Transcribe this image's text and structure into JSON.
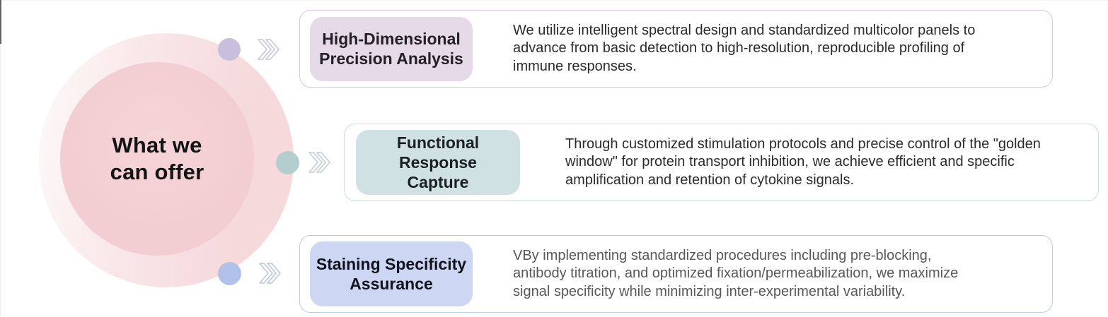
{
  "page": {
    "background": "#ffffff"
  },
  "hub": {
    "title_line1": "What we",
    "title_line2": "can offer",
    "inner_circle_color": "#f2cdd1",
    "outer_circle_color": "#f6dbdc",
    "title_color": "#141414"
  },
  "items": [
    {
      "id": "high-dimensional-precision-analysis",
      "label_lines": [
        "High-Dimensional",
        "Precision Analysis"
      ],
      "description_lines": [
        "We utilize intelligent spectral design and standardized multicolor panels to",
        "advance from basic detection to high-resolution, reproducible profiling of",
        "immune responses."
      ],
      "accent": {
        "dot": "#c7bfdc",
        "chevron": "#c9c4d8",
        "card_border": "#d8c6dc",
        "label_bg": "#e6d9e8",
        "label_text": "#232028",
        "desc_text": "#2b2b2b"
      }
    },
    {
      "id": "functional-response-capture",
      "label_lines": [
        "Functional Response",
        "Capture"
      ],
      "description_lines": [
        "Through customized stimulation protocols and precise control of the \"golden",
        "window\" for protein transport inhibition, we achieve efficient and specific",
        "amplification and retention of cytokine signals."
      ],
      "accent": {
        "dot": "#b4cdcf",
        "chevron": "#c3ccd2",
        "card_border": "#ccded8",
        "label_bg": "#cfe1e2",
        "label_text": "#1b2023",
        "desc_text": "#2b2b2b"
      }
    },
    {
      "id": "staining-specificity-assurance",
      "label_lines": [
        "Staining Specificity",
        "Assurance"
      ],
      "description_lines": [
        "VBy implementing standardized procedures including pre-blocking,",
        "antibody titration, and optimized fixation/permeabilization, we maximize",
        "signal specificity while minimizing inter-experimental variability."
      ],
      "accent": {
        "dot": "#b2c1e8",
        "chevron": "#bcc6e2",
        "card_border": "#c0cbe9",
        "label_bg": "#cdd6f3",
        "label_text": "#12131c",
        "desc_text": "#58585a"
      }
    }
  ]
}
